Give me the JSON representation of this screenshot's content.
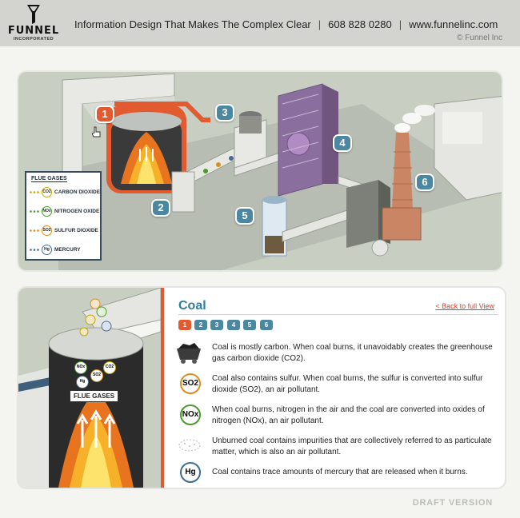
{
  "header": {
    "logo_name": "FUNNEL",
    "logo_sub": "INCORPORATED",
    "tagline": "Information Design That Makes The Complex Clear",
    "phone": "608 828 0280",
    "website": "www.funnelinc.com",
    "copyright": "© Funnel Inc"
  },
  "overview": {
    "steps": [
      "1",
      "2",
      "3",
      "4",
      "5",
      "6"
    ],
    "active_step": "1",
    "legend": {
      "title": "FLUE GASES",
      "items": [
        {
          "chip": "CO2",
          "label": "CARBON DIOXIDE",
          "color": "#c9a400"
        },
        {
          "chip": "NOx",
          "label": "NITROGEN OXIDE",
          "color": "#4b9a2c"
        },
        {
          "chip": "SO2",
          "label": "SULFUR DIOXIDE",
          "color": "#d98f1f"
        },
        {
          "chip": "Hg",
          "label": "MERCURY",
          "color": "#4b6c8e"
        }
      ]
    }
  },
  "detail": {
    "illus_label": "FLUE GASES",
    "chips": [
      "NOx",
      "Hg",
      "SO2",
      "CO2"
    ],
    "title": "Coal",
    "back_link": "< Back to full View",
    "tabs": [
      "1",
      "2",
      "3",
      "4",
      "5",
      "6"
    ],
    "facts": [
      {
        "icon": "coal-cart-icon",
        "text": "Coal is mostly carbon. When coal burns, it unavoidably creates the greenhouse gas carbon dioxide (CO2)."
      },
      {
        "icon": "so2-icon",
        "label": "SO2",
        "text": "Coal also contains sulfur. When coal burns, the sulfur is converted into sulfur dioxide (SO2), an air pollutant."
      },
      {
        "icon": "nox-icon",
        "label": "NOx",
        "text": "When coal burns, nitrogen in the air and the coal are converted into oxides of nitrogen (NOx), an air pollutant."
      },
      {
        "icon": "particulate-icon",
        "text": "Unburned coal contains impurities that are collectively referred to as particulate matter, which is also an air pollutant."
      },
      {
        "icon": "mercury-icon",
        "label": "Hg",
        "text": "Coal contains trace amounts of mercury that are released when it burns."
      }
    ]
  },
  "colors": {
    "accent_orange": "#e25b30",
    "accent_blue": "#4b87a1",
    "so2": "#d98f1f",
    "nox": "#4b9a2c",
    "hg": "#3f6c8f"
  },
  "footer": {
    "draft_label": "DRAFT VERSION"
  }
}
